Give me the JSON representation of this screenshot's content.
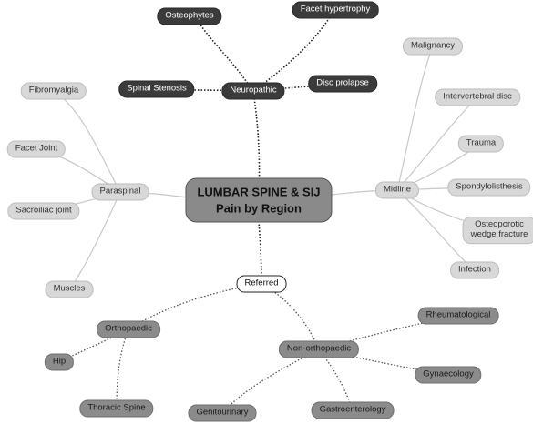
{
  "center": {
    "line1": "LUMBAR SPINE & SIJ",
    "line2": "Pain by Region"
  },
  "neuropathic": {
    "label": "Neuropathic",
    "children": [
      "Osteophytes",
      "Facet hypertrophy",
      "Spinal Stenosis",
      "Disc prolapse"
    ]
  },
  "paraspinal": {
    "label": "Paraspinal",
    "children": [
      "Fibromyalgia",
      "Facet Joint",
      "Sacroiliac joint",
      "Muscles"
    ]
  },
  "midline": {
    "label": "Midline",
    "children": [
      "Malignancy",
      "Intervertebral disc",
      "Trauma",
      "Spondylolisthesis",
      "Osteoporotic wedge fracture",
      "Infection"
    ],
    "osteoporotic_line1": "Osteoporotic",
    "osteoporotic_line2": "wedge fracture"
  },
  "referred": {
    "label": "Referred",
    "orthopaedic": {
      "label": "Orthopaedic",
      "children": [
        "Hip",
        "Thoracic Spine"
      ]
    },
    "non_orthopaedic": {
      "label": "Non-orthopaedic",
      "children": [
        "Rheumatological",
        "Gynaecology",
        "Genitourinary",
        "Gastroenterology"
      ]
    }
  },
  "colors": {
    "dark": "#3b3b3b",
    "light": "#d8d8d8",
    "mid": "#8b8b8b",
    "center": "#8a8a8a"
  }
}
